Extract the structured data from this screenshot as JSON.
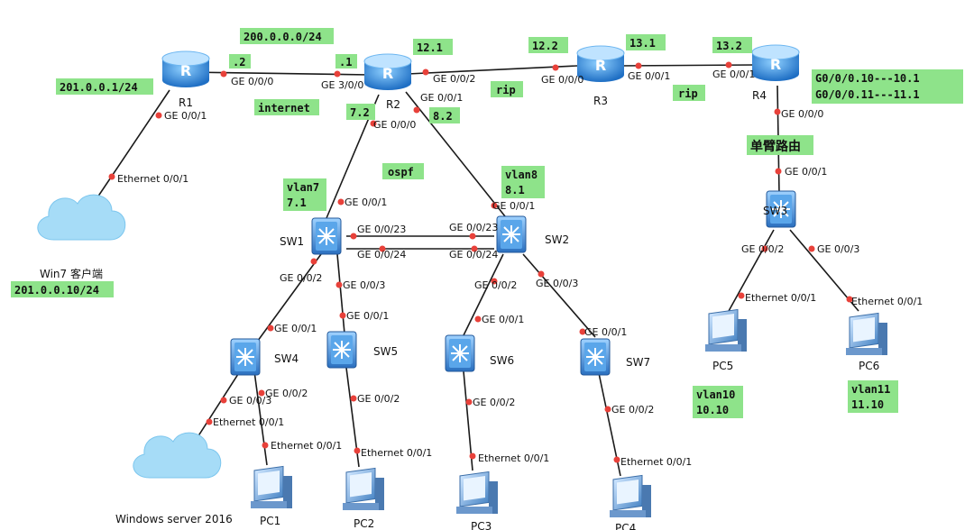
{
  "devices": {
    "r1": "R1",
    "r2": "R2",
    "r3": "R3",
    "r4": "R4",
    "sw1": "SW1",
    "sw2": "SW2",
    "sw3": "SW3",
    "sw4": "SW4",
    "sw5": "SW5",
    "sw6": "SW6",
    "sw7": "SW7",
    "pc1": "PC1",
    "pc2": "PC2",
    "pc3": "PC3",
    "pc4": "PC4",
    "pc5": "PC5",
    "pc6": "PC6",
    "win7": "Win7 客户端",
    "winserver": "Windows server 2016"
  },
  "ports": {
    "r1_ge000": "GE 0/0/0",
    "r1_ge001": "GE 0/0/1",
    "win7_eth": "Ethernet 0/0/1",
    "r2_ge300": "GE 3/0/0",
    "r2_ge002": "GE 0/0/2",
    "r2_ge001": "GE 0/0/1",
    "r2_ge000": "GE 0/0/0",
    "r3_ge000": "GE 0/0/0",
    "r3_ge001": "GE 0/0/1",
    "r4_ge001": "GE 0/0/1",
    "r4_ge000": "GE 0/0/0",
    "sw3_ge001": "GE 0/0/1",
    "sw3_ge002": "GE 0/0/2",
    "sw3_ge003": "GE 0/0/3",
    "pc5_eth": "Ethernet 0/0/1",
    "pc6_eth": "Ethernet 0/0/1",
    "sw1_ge001": "GE 0/0/1",
    "sw1_ge023": "GE 0/0/23",
    "sw1_ge024": "GE 0/0/24",
    "sw1_ge002": "GE 0/0/2",
    "sw1_ge003": "GE 0/0/3",
    "sw2_ge001": "GE 0/0/1",
    "sw2_ge023": "GE 0/0/23",
    "sw2_ge024": "GE 0/0/24",
    "sw2_ge002": "GE 0/0/2",
    "sw2_ge003": "GE 0/0/3",
    "sw4_ge001": "GE 0/0/1",
    "sw4_ge003": "GE 0/0/3",
    "sw4_ge002": "GE 0/0/2",
    "winserver_eth": "Ethernet 0/0/1",
    "pc1_eth": "Ethernet 0/0/1",
    "sw5_ge001": "GE 0/0/1",
    "sw5_ge002": "GE 0/0/2",
    "pc2_eth": "Ethernet 0/0/1",
    "sw6_ge001": "GE 0/0/1",
    "sw6_ge002": "GE 0/0/2",
    "pc3_eth": "Ethernet 0/0/1",
    "sw7_ge001": "GE 0/0/1",
    "sw7_ge002": "GE 0/0/2",
    "pc4_eth": "Ethernet 0/0/1"
  },
  "notes": {
    "net_200": "200.0.0.0/24",
    "dot2": ".2",
    "dot1": ".1",
    "r1_addr": "201.0.0.1/24",
    "internet": "internet",
    "r2_12_1": "12.1",
    "r3_12_2": "12.2",
    "r3_13_1": "13.1",
    "r4_13_2": "13.2",
    "rip_a": "rip",
    "rip_b": "rip",
    "r4_sub10": "G0/0/0.10---10.1",
    "r4_sub11": "G0/0/0.11---11.1",
    "r2_7_2": "7.2",
    "r2_8_2": "8.2",
    "ospf": "ospf",
    "vlan7": "vlan7",
    "vlan7_ip": "7.1",
    "vlan8": "vlan8",
    "vlan8_ip": "8.1",
    "router_on_stick": "单臂路由",
    "win7_addr": "201.0.0.10/24",
    "vlan10": "vlan10",
    "vlan10_ip": "10.10",
    "vlan11": "vlan11",
    "vlan11_ip": "11.10"
  },
  "colors": {
    "router_blue": "#3a8fe0",
    "switch_blue": "#2f7fcf",
    "cloud_blue": "#a6dcf7",
    "highlight_green": "#8ee38a",
    "port_red": "#e8413a"
  }
}
